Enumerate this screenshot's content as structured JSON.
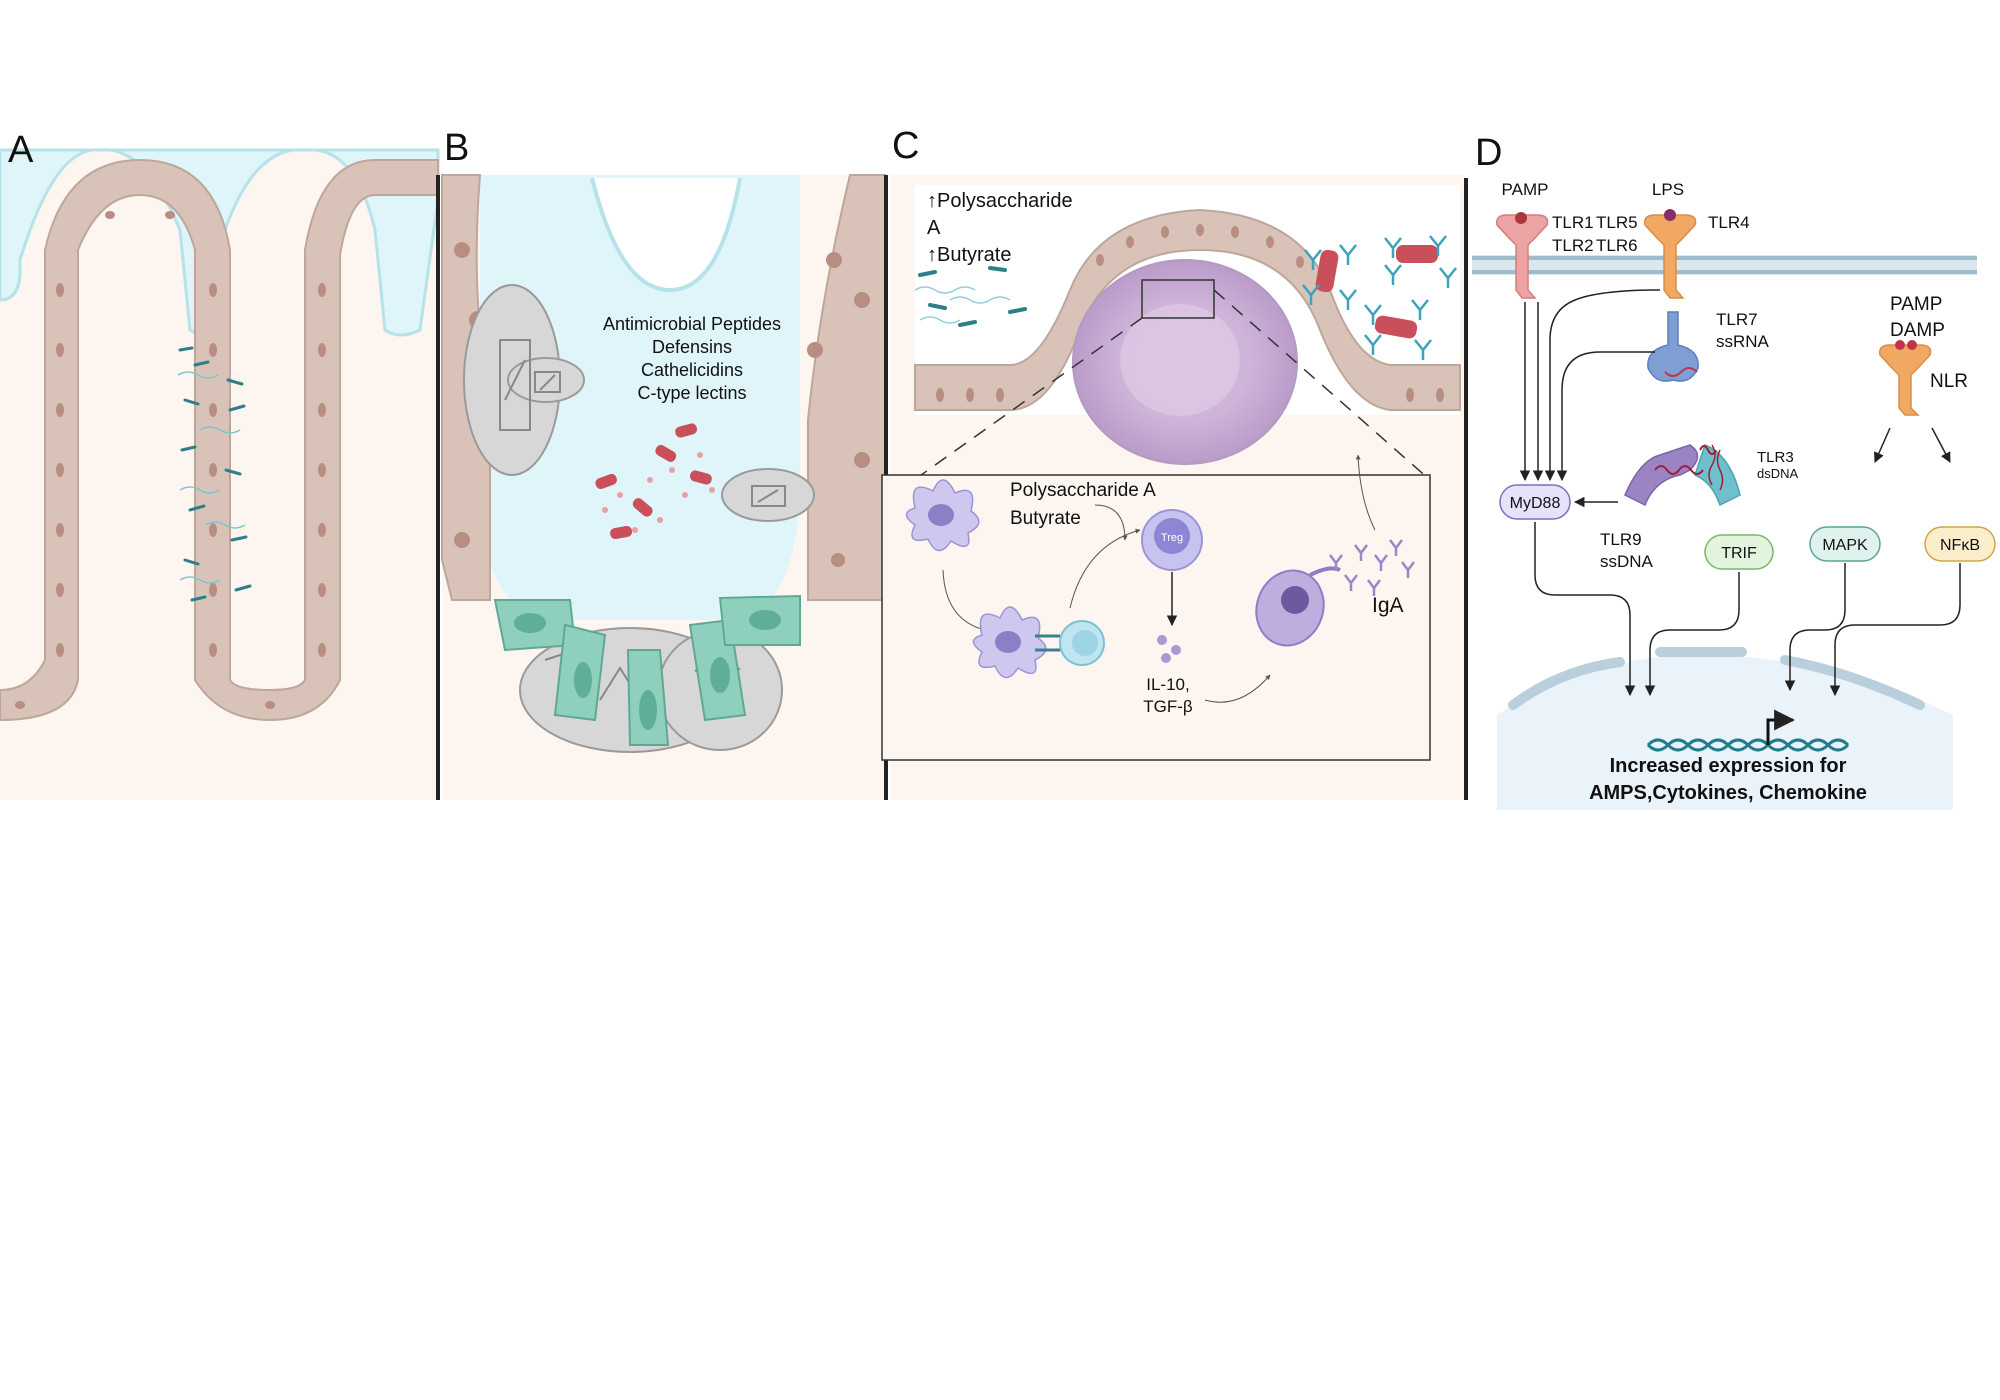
{
  "panels": {
    "a": {
      "letter": "A"
    },
    "b": {
      "letter": "B",
      "peptide_lines": [
        "Antimicrobial Peptides",
        "Defensins",
        "Cathelicidins",
        "C-type lectins"
      ]
    },
    "c": {
      "letter": "C",
      "up_poly_line1": "↑Polysaccharide",
      "up_poly_line2": "A",
      "up_butyrate": "↑Butyrate",
      "inset_poly": "Polysaccharide A",
      "inset_butyrate": "Butyrate",
      "treg": "Treg",
      "il10": "IL-10,",
      "tgfb": "TGF-β",
      "iga": "IgA"
    },
    "d": {
      "letter": "D",
      "pamp_top": "PAMP",
      "lps": "LPS",
      "tlr1": "TLR1",
      "tlr5": "TLR5",
      "tlr2": "TLR2",
      "tlr6": "TLR6",
      "tlr4": "TLR4",
      "tlr7": "TLR7",
      "ssrna": "ssRNA",
      "tlr3": "TLR3",
      "dsdna": "dsDNA",
      "tlr9": "TLR9",
      "ssdna": "ssDNA",
      "pamp_nlr": "PAMP",
      "damp_nlr": "DAMP",
      "nlr": "NLR",
      "myd88": "MyD88",
      "trif": "TRIF",
      "mapk": "MAPK",
      "nfkb": "NFκB",
      "expression_line1": "Increased expression for",
      "expression_line2": "AMPS,Cytokines, Chemokine"
    }
  },
  "colors": {
    "lumen": "#dff5fa",
    "lumen_edge": "#b6e2ea",
    "epithelium": "#d9c3b8",
    "nucleus": "#b98e82",
    "tissue": "#fdf5ef",
    "goblet": "#d7d7d7",
    "paneth": "#8fcfbd",
    "bacteria_red": "#c94f5a",
    "membrane": "#b9cfdc",
    "tlr_pink": "#eca3a3",
    "tlr_orange": "#f0a862",
    "tlr_blue": "#7f9ed4",
    "tlr_purple": "#9b84c4",
    "tlr_teal": "#6fc0cc",
    "myd88_fill": "#e6e2fa",
    "trif_fill": "#e3f4dc",
    "mapk_fill": "#dff2ee",
    "nfkb_fill": "#fbeecb",
    "nucleus_box": "#eaf2fa"
  },
  "icons": [
    "mucus-layer",
    "epithelial-villus",
    "goblet-cell",
    "paneth-cell",
    "bacteria",
    "dendritic-cell",
    "treg-cell",
    "plasma-cell",
    "antibody",
    "dna-helix",
    "cell-membrane"
  ]
}
